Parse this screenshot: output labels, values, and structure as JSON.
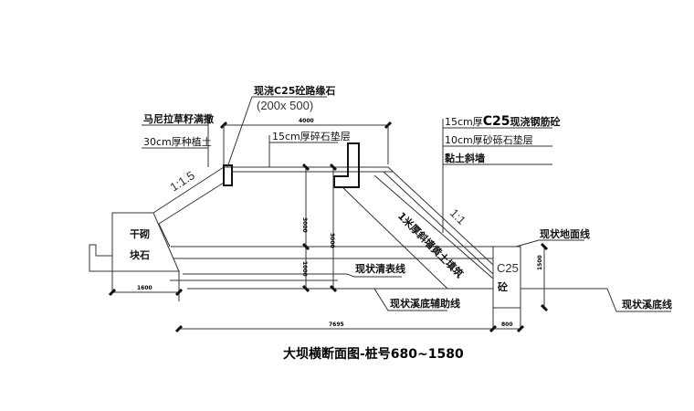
{
  "drawing": {
    "title": "大坝横断面图-桩号680~1580",
    "labels": {
      "curb_stone": "现浇C25砼路缘石",
      "curb_size": "(200x 500)",
      "grass": "马尼拉草籽满撒",
      "topsoil": "30cm厚种植土",
      "gravel_cushion": "15cm厚碎石垫层",
      "slab_prefix": "15cm厚",
      "slab_grade": "C25",
      "slab_suffix": "现浇钢筋砼",
      "sand_gravel": "10cm厚砂砾石垫层",
      "clay_wall": "黏土斜墙",
      "slope_left": "1:1.5",
      "slope_right": "1:1",
      "loess_fill": "1米厚斜墙黄土填筑",
      "dry_rock_1": "干砌",
      "dry_rock_2": "块石",
      "ground_line": "现状地面线",
      "stream_bed_line": "现状溪底线",
      "clear_surface_line": "现状清表线",
      "stream_aux_line": "现状溪底辅助线",
      "toe_grade": "C25",
      "toe_material": "砼"
    },
    "dimensions": {
      "top_width": "4000",
      "height_left": "3000",
      "height_right": "3000",
      "lower_height": "1000",
      "rock_width": "1600",
      "base_width": "7695",
      "toe_width": "800",
      "toe_height": "1500"
    }
  }
}
